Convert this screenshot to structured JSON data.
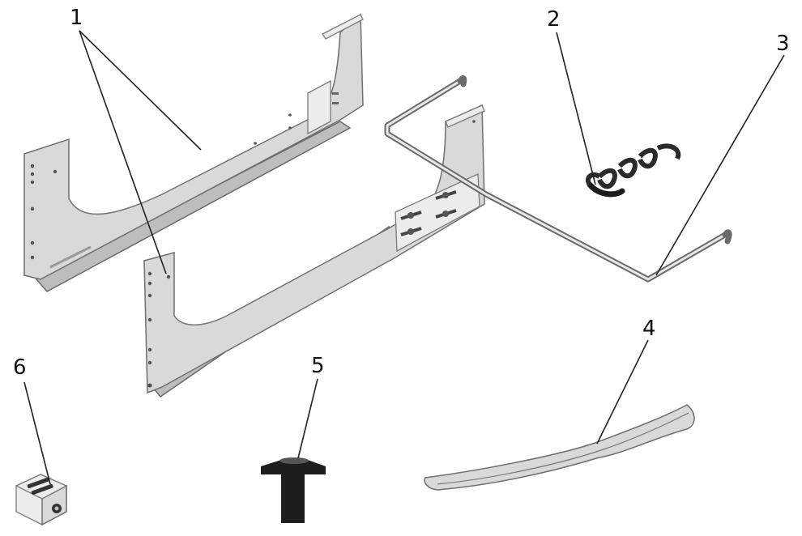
{
  "callouts": [
    {
      "id": "1",
      "label": "1"
    },
    {
      "id": "2",
      "label": "2"
    },
    {
      "id": "3",
      "label": "3"
    },
    {
      "id": "4",
      "label": "4"
    },
    {
      "id": "5",
      "label": "5"
    },
    {
      "id": "6",
      "label": "6"
    }
  ],
  "colors": {
    "metal": "#d9d9d9",
    "outline": "#6f6f6f",
    "ink": "#111111"
  },
  "icons": {
    "rail-left": "mounting-rail-icon",
    "rail-right": "mounting-rail-icon",
    "clips": "spring-clip-icon",
    "bracket": "wire-bracket-icon",
    "strip": "bezel-strip-icon",
    "screw": "tee-screw-icon",
    "nut": "cage-nut-icon"
  }
}
